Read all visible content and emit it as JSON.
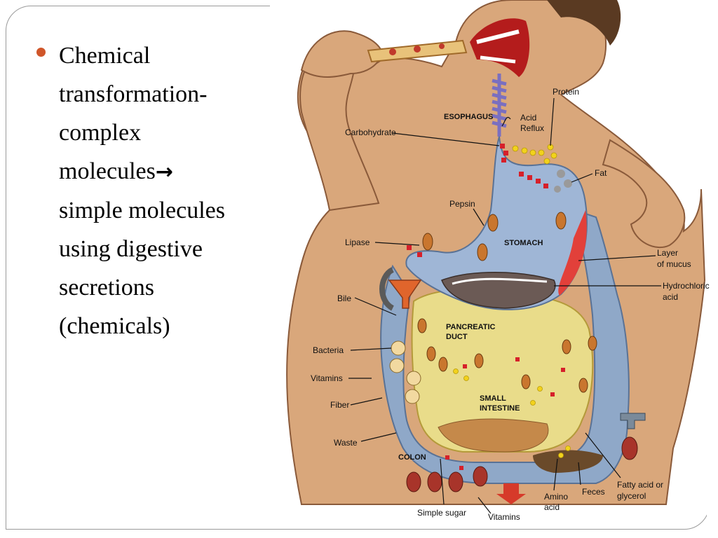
{
  "bullet": {
    "lines": [
      "Chemical",
      "transformation-",
      "complex",
      "molecules",
      "simple molecules",
      "using digestive",
      "secretions",
      "(chemicals)"
    ],
    "arrow": "→"
  },
  "diagram": {
    "labels": {
      "esophagus": "ESOPHAGUS",
      "acid_reflux_1": "Acid",
      "acid_reflux_2": "Reflux",
      "protein": "Protein",
      "carbohydrate": "Carbohydrate",
      "fat": "Fat",
      "pepsin": "Pepsin",
      "lipase": "Lipase",
      "stomach": "STOMACH",
      "layer_of_mucus_1": "Layer",
      "layer_of_mucus_2": "of mucus",
      "hydrochloric_acid_1": "Hydrochloric",
      "hydrochloric_acid_2": "acid",
      "bile": "Bile",
      "pancreatic_duct_1": "PANCREATIC",
      "pancreatic_duct_2": "DUCT",
      "bacteria": "Bacteria",
      "vitamins_left": "Vitamins",
      "fiber": "Fiber",
      "small_intestine_1": "SMALL",
      "small_intestine_2": "INTESTINE",
      "waste": "Waste",
      "colon": "COLON",
      "simple_sugar": "Simple sugar",
      "vitamins_bottom": "Vitamins",
      "amino_acid_1": "Amino",
      "amino_acid_2": "acid",
      "feces": "Feces",
      "fatty_acid_1": "Fatty acid or",
      "fatty_acid_2": "glycerol"
    },
    "colors": {
      "skin": "#d9a77b",
      "skin_outline": "#8a5a3a",
      "stomach": "#9fb6d6",
      "intestine": "#e9dc8a",
      "colon": "#8fa8c8",
      "mucus": "#e2403a",
      "carbohydrate": "#d6202a",
      "protein": "#f2d21c",
      "enzyme": "#c9762e"
    }
  }
}
